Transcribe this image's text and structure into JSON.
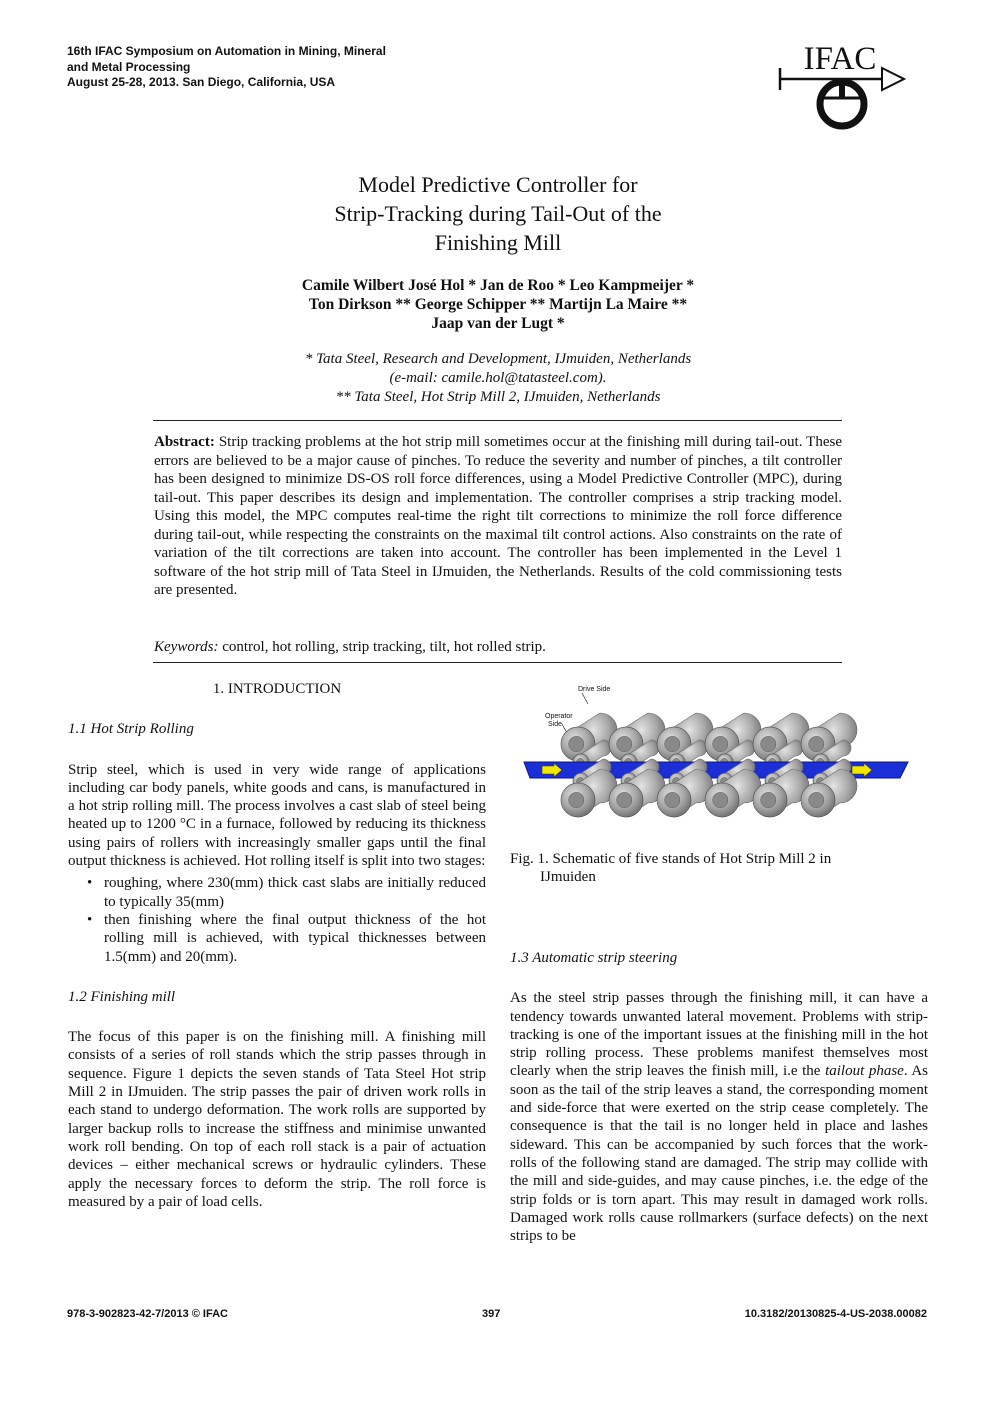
{
  "header": {
    "conference_lines": [
      "16th IFAC Symposium on Automation in Mining, Mineral",
      "and Metal Processing",
      "August 25-28, 2013. San Diego, California, USA"
    ],
    "logo_text": "IFAC"
  },
  "title_lines": [
    "Model Predictive Controller for",
    "Strip-Tracking during Tail-Out of the",
    "Finishing Mill"
  ],
  "authors_lines": [
    "Camile Wilbert José Hol * Jan de Roo * Leo Kampmeijer *",
    "Ton Dirkson ** George Schipper ** Martijn La Maire **",
    "Jaap van der Lugt *"
  ],
  "affiliation_lines": [
    "*  Tata Steel, Research and Development, IJmuiden, Netherlands",
    "(e-mail: camile.hol@tatasteel.com).",
    "**  Tata Steel, Hot Strip Mill 2, IJmuiden, Netherlands"
  ],
  "abstract": {
    "label": "Abstract:",
    "text": "Strip tracking problems at the hot strip mill sometimes occur at the finishing mill during tail-out. These errors are believed to be a major cause of pinches. To reduce the severity and number of pinches, a tilt controller has been designed to minimize DS-OS roll force differences, using a Model Predictive Controller (MPC), during tail-out. This paper describes its design and implementation. The controller comprises a strip tracking model. Using this model, the MPC computes real-time the right tilt corrections to minimize the roll force difference during tail-out, while respecting the constraints on the maximal tilt control actions. Also constraints on the rate of variation of the tilt corrections are taken into account. The controller has been implemented in the Level 1 software of the hot strip mill of Tata Steel in IJmuiden, the Netherlands. Results of the cold commissioning tests are presented."
  },
  "keywords": {
    "label": "Keywords:",
    "text": "control, hot rolling, strip tracking, tilt, hot rolled strip."
  },
  "left_column": {
    "section_title": "1.  INTRODUCTION",
    "sub1_title": "1.1  Hot Strip Rolling",
    "sub1_para": "Strip steel, which is used in very wide range of applications including car body panels, white goods and cans, is manufactured in a hot strip rolling mill. The process involves a cast slab of steel being heated up to 1200 °C in a furnace, followed by reducing its thickness using pairs of rollers with increasingly smaller gaps until the final output thickness is achieved. Hot rolling itself is split into two stages:",
    "bullets": [
      "roughing, where 230(mm) thick cast slabs are initially reduced to typically 35(mm)",
      "then finishing where the final output thickness of the hot rolling mill is achieved, with typical thicknesses between 1.5(mm) and 20(mm)."
    ],
    "sub2_title": "1.2  Finishing mill",
    "sub2_para": "The focus of this paper is on the finishing mill. A finishing mill consists of a series of roll stands which the strip passes through in sequence. Figure 1 depicts the seven stands of Tata Steel Hot strip Mill 2 in IJmuiden. The strip passes the pair of driven work rolls in each stand to undergo deformation. The work rolls are supported by larger backup rolls to increase the stiffness and minimise unwanted work roll bending. On top of each roll stack is a pair of actuation devices – either mechanical screws or hydraulic cylinders. These apply the necessary forces to deform the strip. The roll force is measured by a pair of load cells."
  },
  "figure": {
    "drive_side_label": "Drive Side",
    "operator_side_label_1": "Operator",
    "operator_side_label_2": "Side",
    "caption_line1": "Fig. 1.  Schematic of five stands of Hot Strip Mill 2 in",
    "caption_line2": "IJmuiden",
    "colors": {
      "strip": "#1a2fd6",
      "arrow": "#f2e600",
      "roll": "#a8a8a8"
    }
  },
  "right_column": {
    "sub3_title": "1.3  Automatic strip steering",
    "para_start": "As the steel strip passes through the finishing mill, it can have a tendency towards unwanted lateral movement. Problems with strip-tracking is one of the important issues at the finishing mill in the hot strip rolling process. These problems manifest themselves most clearly when the strip leaves the finish mill, i.e the",
    "para_italic": "tailout phase",
    "para_end": ". As soon as the tail of the strip leaves a stand, the corresponding moment and side-force that were exerted on the strip cease completely. The consequence is that the tail is no longer held in place and lashes sideward. This can be accompanied by such forces that the work-rolls of the following stand are damaged. The strip may collide with the mill and side-guides, and may cause pinches, i.e. the edge of the strip folds or is torn apart. This may result in damaged work rolls. Damaged work rolls cause rollmarkers (surface defects) on the next strips to be"
  },
  "footer": {
    "isbn": "978-3-902823-42-7/2013 © IFAC",
    "page": "397",
    "doi": "10.3182/20130825-4-US-2038.00082"
  }
}
